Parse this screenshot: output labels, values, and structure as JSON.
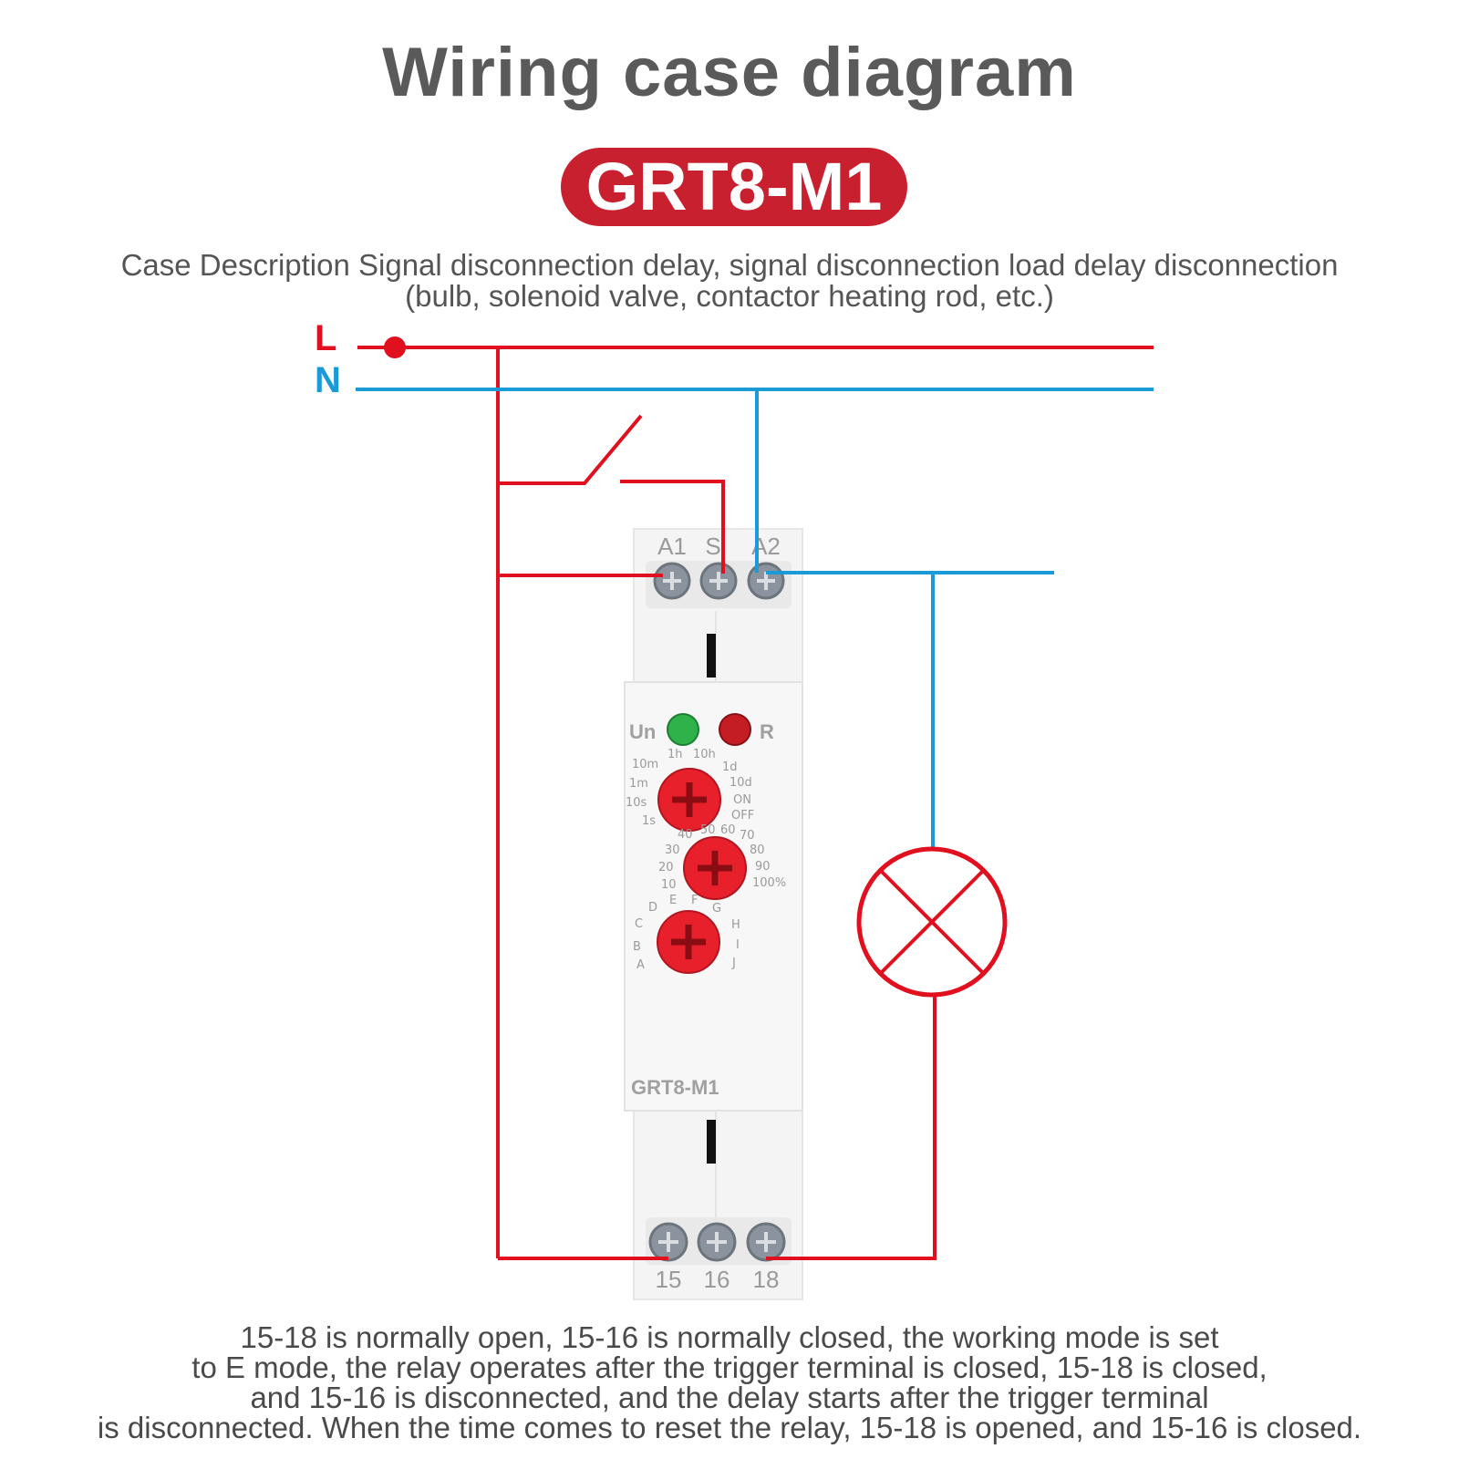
{
  "header": {
    "title": "Wiring case diagram",
    "model": "GRT8-M1"
  },
  "description": {
    "line1": "Case Description Signal disconnection delay, signal disconnection load delay disconnection",
    "line2": "(bulb, solenoid valve, contactor heating rod, etc.)"
  },
  "lines": {
    "live": "L",
    "neutral": "N"
  },
  "relay": {
    "top_terminals": [
      "A1",
      "S",
      "A2"
    ],
    "bottom_terminals": [
      "15",
      "16",
      "18"
    ],
    "indicators": {
      "power": "Un",
      "relay": "R"
    },
    "time_dial": [
      "1s",
      "10s",
      "1m",
      "10m",
      "1h",
      "10h",
      "1d",
      "10d",
      "ON",
      "OFF"
    ],
    "percent_dial": [
      "10",
      "20",
      "30",
      "40",
      "50",
      "60",
      "70",
      "80",
      "90",
      "100%"
    ],
    "mode_dial": [
      "A",
      "B",
      "C",
      "D",
      "E",
      "F",
      "G",
      "H",
      "I",
      "J"
    ],
    "panel_label": "GRT8-M1"
  },
  "colors": {
    "live_wire": "#e0101e",
    "neutral_wire": "#1a9ad6",
    "accent": "#c8202e",
    "knob": "#e8202c"
  },
  "note": {
    "line1": "15-18 is normally open, 15-16 is normally closed, the working mode is set",
    "line2": "to E mode, the relay operates after the trigger terminal is closed, 15-18 is closed,",
    "line3": "and 15-16 is disconnected, and the delay starts after the trigger terminal",
    "line4": "is disconnected. When the time comes to reset the relay, 15-18 is opened, and 15-16 is closed."
  }
}
